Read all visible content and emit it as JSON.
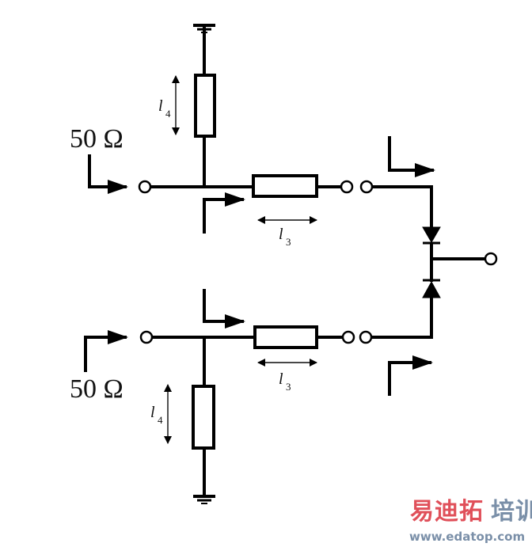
{
  "labels": {
    "port_top": "50 Ω",
    "port_bottom": "50 Ω",
    "l4_top": "l",
    "l4_top_sub": "4",
    "l4_bottom": "l",
    "l4_bottom_sub": "4",
    "l3_top": "l",
    "l3_top_sub": "3",
    "l3_bottom": "l",
    "l3_bottom_sub": "3"
  },
  "watermark": {
    "brand_red": "易迪拓",
    "brand_blue": "培训",
    "url": "www.edatop.com",
    "red": "#e0505a",
    "blue": "#7a8fa8"
  }
}
